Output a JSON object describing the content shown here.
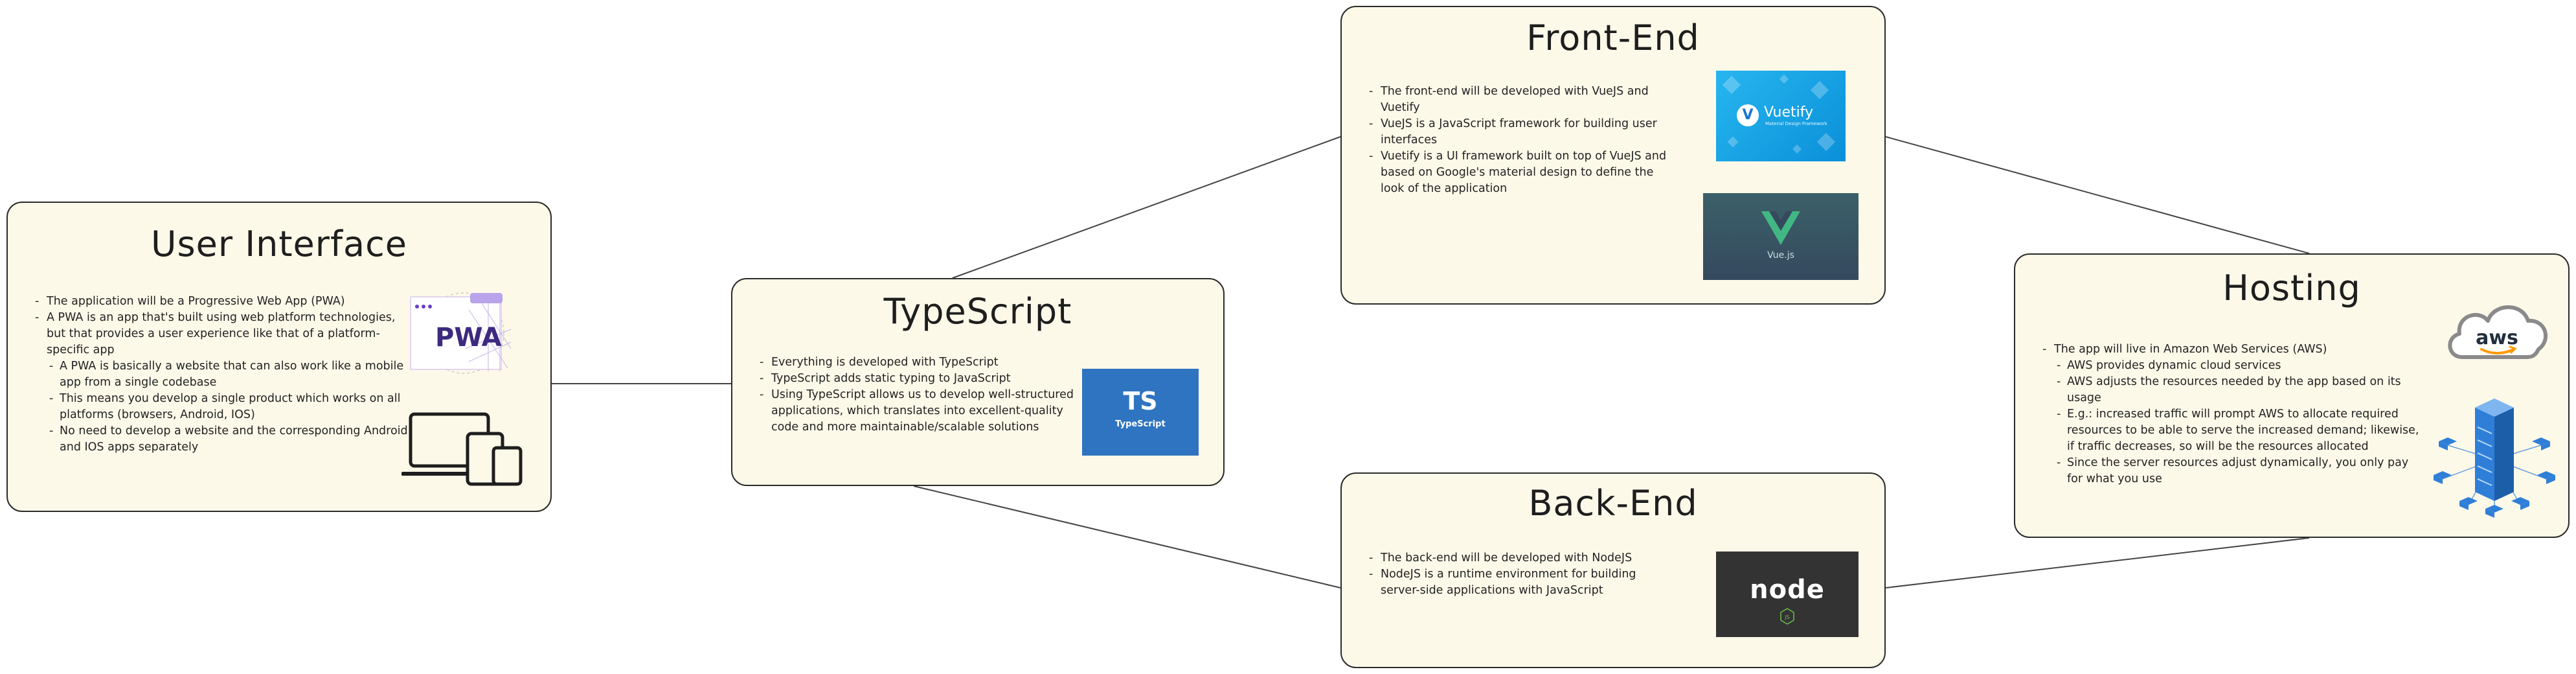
{
  "cards": {
    "user_interface": {
      "title": "User Interface",
      "bullets": [
        "The application will be a Progressive Web App (PWA)",
        "A PWA is an app that's built using web platform technologies, but that provides a user experience like that of a platform-specific app"
      ],
      "sub_bullets": [
        "A PWA is basically a website that can also work like a mobile app from a single codebase",
        "This means you develop a single product which works on all platforms (browsers, Android, IOS)",
        "No need to develop a website and the corresponding Android and IOS apps separately"
      ],
      "pwa_logo_text": "PWA"
    },
    "typescript": {
      "title": "TypeScript",
      "bullets": [
        "Everything is developed with TypeScript",
        "TypeScript adds static typing to JavaScript",
        "Using TypeScript allows us to develop well-structured applications, which translates into excellent-quality code and more maintainable/scalable solutions"
      ],
      "logo_big": "TS",
      "logo_small": "TypeScript"
    },
    "front_end": {
      "title": "Front-End",
      "bullets": [
        "The front-end will be developed with VueJS and Vuetify",
        "VueJS is a JavaScript framework for building user interfaces",
        "Vuetify is a UI framework built on top of VueJS and based on Google's material design to define the look of the application"
      ],
      "vuetify_name": "Vuetify",
      "vuetify_sub": "Material Design Framework",
      "vuejs_name": "Vue.js"
    },
    "back_end": {
      "title": "Back-End",
      "bullets": [
        "The back-end will be developed with NodeJS",
        "NodeJS is a runtime environment for building server-side applications with JavaScript"
      ],
      "node_logo_text": "node",
      "node_badge": "JS"
    },
    "hosting": {
      "title": "Hosting",
      "bullets": [
        "The app will live in Amazon Web Services (AWS)"
      ],
      "sub_bullets": [
        "AWS provides dynamic cloud services",
        "AWS adjusts the resources needed by the app based on its usage",
        "E.g.: increased traffic will prompt AWS to allocate required resources to be able to serve the increased demand; likewise, if traffic decreases, so will be the resources allocated",
        "Since the server resources adjust dynamically, you only pay for what you use"
      ],
      "aws_logo_text": "aws"
    }
  },
  "colors": {
    "card_fill": "#fdf9e9",
    "card_border": "#2b2b2b",
    "connector": "#444444",
    "typescript_blue": "#2f74c0",
    "vuetify_blue": "#1976d2",
    "vue_green": "#41b883",
    "vue_navy": "#35495e",
    "node_green": "#6cc24a",
    "node_dark": "#333333",
    "aws_orange": "#ff9900",
    "server_blue": "#2f7fd8"
  }
}
